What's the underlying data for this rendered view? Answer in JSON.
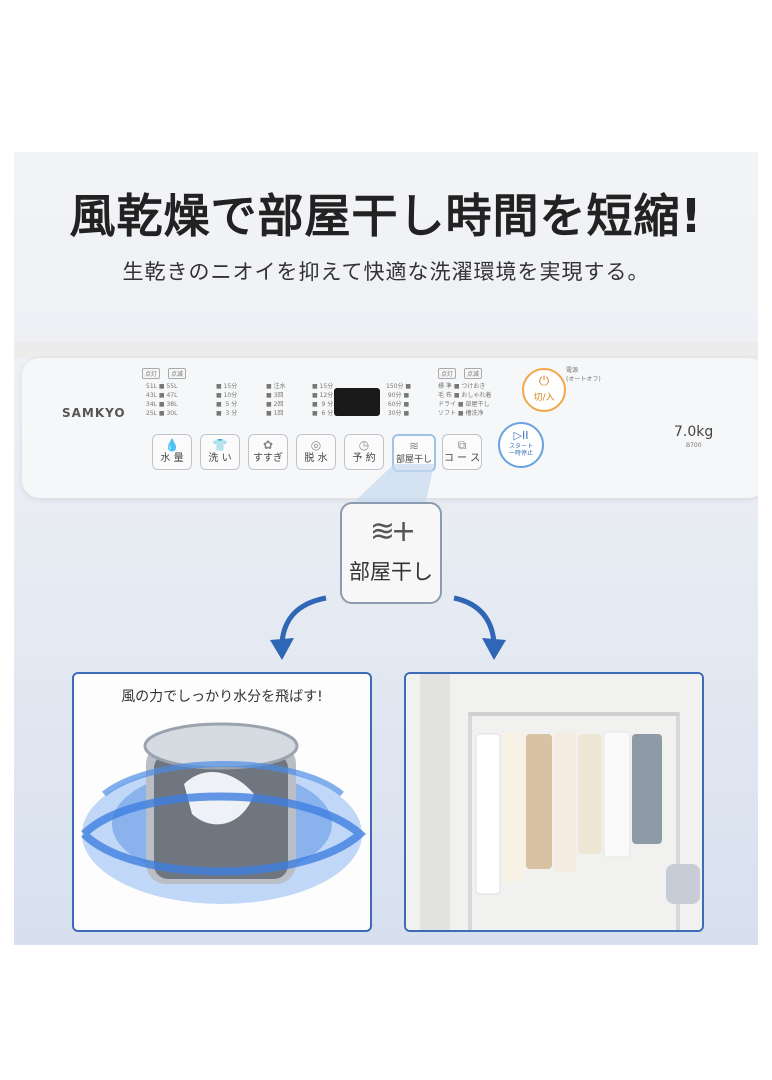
{
  "headline": "風乾燥で部屋干し時間を短縮!",
  "subline": "生乾きのニオイを抑えて快適な洗濯環境を実現する。",
  "panel": {
    "brand": "SAMKYO",
    "lamp_tags": [
      "点灯",
      "点滅"
    ],
    "right_tags": [
      "点灯",
      "点滅"
    ],
    "water_levels": "51L ■ 55L\n43L ■ 47L\n34L ■ 38L\n25L ■ 30L",
    "wash_times": "■ 15分\n■ 10分\n■  5 分\n■  3 分",
    "rinse": "■ 注水\n■ 3回\n■ 2回\n■ 1回",
    "spin": "■ 15分\n■ 12分\n■  9 分\n■  6 分",
    "timer": "150分 ■\n 90分 ■\n 60分 ■\n 30分 ■",
    "courses": "標 準 ■ つけおき\n毛 布 ■ おしゃれ着\nドライ ■ 部屋干し\nソフト ■ 槽洗浄",
    "power_caption": "電源\n(オートオフ)",
    "buttons": [
      {
        "icon": "💧",
        "label": "水 量"
      },
      {
        "icon": "👕",
        "label": "洗 い"
      },
      {
        "icon": "✿",
        "label": "すすぎ"
      },
      {
        "icon": "◎",
        "label": "脱 水"
      },
      {
        "icon": "◷",
        "label": "予 約"
      },
      {
        "icon": "≋",
        "label": "部屋干し"
      },
      {
        "icon": "⧉",
        "label": "コ ー ス"
      }
    ],
    "power_label": "切/入",
    "start_label": "スタート\n一時停止",
    "capacity": "7.0kg",
    "model": "B700"
  },
  "callout": {
    "icon": "≋+",
    "label": "部屋干し"
  },
  "left_card": {
    "caption": "風の力でしっかり水分を飛ばす!"
  },
  "colors": {
    "accent": "#3d6bb5",
    "arrow": "#2f66b5",
    "power": "#f0a948",
    "start": "#6aa3e0"
  }
}
